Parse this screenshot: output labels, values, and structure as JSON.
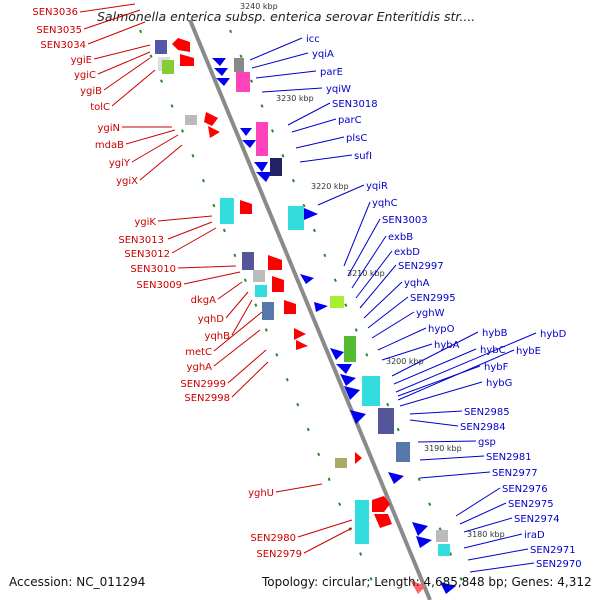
{
  "title": "Salmonella enterica subsp. enterica serovar Enteritidis str....",
  "accession": "Accession: NC_011294",
  "summary": "Topology: circular; Length: 4,685,848 bp; Genes: 4,312",
  "ruler_labels": [
    "3240 kbp",
    "3230 kbp",
    "3220 kbp",
    "3210 kbp",
    "3200 kbp",
    "3190 kbp",
    "3180 kbp"
  ],
  "left_labels": [
    "SEN3036",
    "SEN3035",
    "SEN3034",
    "ygiE",
    "ygiC",
    "ygiB",
    "tolC",
    "ygiN",
    "mdaB",
    "ygiY",
    "ygiX",
    "ygiK",
    "SEN3013",
    "SEN3012",
    "SEN3010",
    "SEN3009",
    "dkgA",
    "yqhD",
    "yqhB",
    "metC",
    "yghA",
    "SEN2999",
    "SEN2998",
    "yghU",
    "SEN2980",
    "SEN2979"
  ],
  "right_labels": [
    "icc",
    "yqiA",
    "parE",
    "yqiW",
    "SEN3018",
    "parC",
    "plsC",
    "sufI",
    "yqiR",
    "yqhC",
    "SEN3003",
    "exbB",
    "exbD",
    "SEN2997",
    "yqhA",
    "SEN2995",
    "yghW",
    "hypO",
    "hybA",
    "hybB",
    "hybC",
    "hybD",
    "hybE",
    "hybF",
    "hybG",
    "SEN2985",
    "SEN2984",
    "gsp",
    "SEN2981",
    "SEN2977",
    "SEN2976",
    "SEN2975",
    "SEN2974",
    "iraD",
    "SEN2971",
    "SEN2970"
  ],
  "colors": {
    "left_label": "#cc0000",
    "right_label": "#0000cc",
    "backbone": "#8a8a8a",
    "tick": "#2a8a2a",
    "reverse_strand": "#ff0000",
    "forward_strand": "#0000ee",
    "cyan_feature": "#33dddd",
    "magenta_feature": "#ff44bb",
    "green_feature": "#55bb33",
    "purple_feature": "#555599"
  }
}
